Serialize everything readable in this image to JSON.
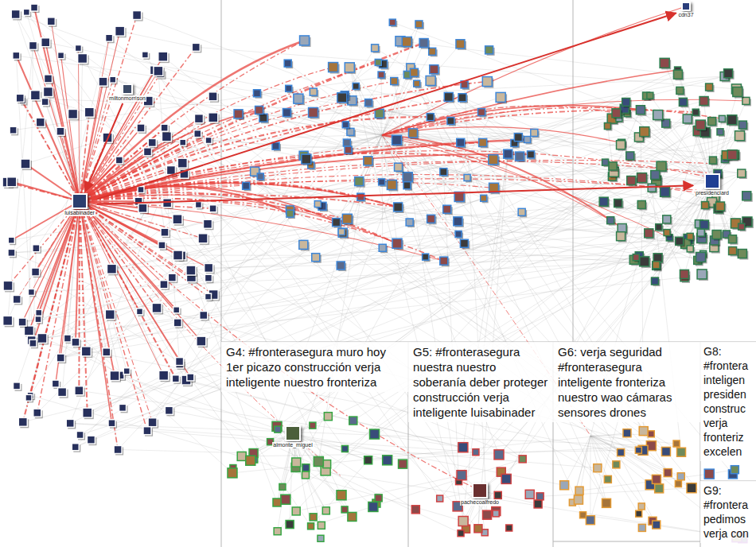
{
  "diagram": {
    "nodes": [
      {
        "text": [
          "cdn37"
        ]
      },
      {
        "text": [
          "miltonmorrison"
        ]
      },
      {
        "text": [
          "presidenciard"
        ]
      },
      {
        "text": [
          "luisabinader"
        ]
      },
      {
        "text": [
          "G4: #fronterasegura muro hoy 1er picazo construcción verja inteligente nuestro fronteriza"
        ]
      },
      {
        "text": [
          "almonte_miguel"
        ],
        "in": 4
      },
      {
        "text": [
          "G5: #fronterasegura nuestra nuestro soberanía deber proteger construcción verja inteligente luisabinader"
        ]
      },
      {
        "text": [
          "pachecoalfredo"
        ],
        "in": 6
      },
      {
        "text": [
          "G6: verja seguridad #fronterasegura inteligente fronteriza nuestro wao cámaras sensores drones"
        ]
      },
      {
        "text": [
          "G8: #frontera inteligen presiden construc verja fronteriz excelen"
        ]
      },
      {
        "text": [
          "G9: #frontera pedimos verja con"
        ]
      }
    ],
    "edges": [
      {
        "from": 1,
        "to": 3,
        "arrow": "to"
      },
      {
        "from": 3,
        "to": 0,
        "arrow": "to"
      },
      {
        "from": 3,
        "to": 2,
        "arrow": "to"
      }
    ]
  }
}
